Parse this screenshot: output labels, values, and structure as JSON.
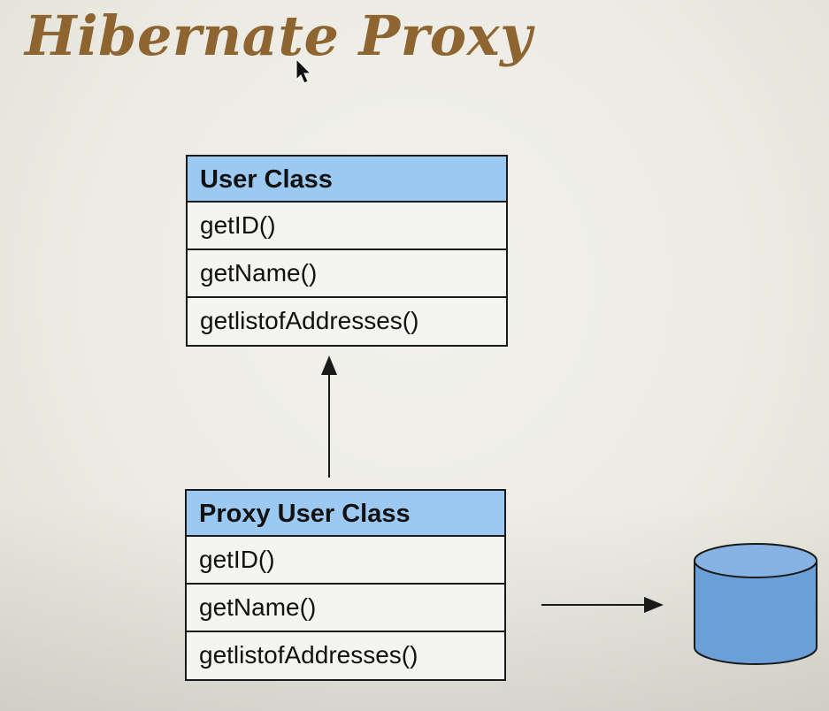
{
  "title": "Hibernate Proxy",
  "user_class": {
    "name": "User Class",
    "methods": [
      "getID()",
      "getName()",
      "getlistofAddresses()"
    ]
  },
  "proxy_user_class": {
    "name": "Proxy User Class",
    "methods": [
      "getID()",
      "getName()",
      "getlistofAddresses()"
    ]
  },
  "colors": {
    "title": "#8e6430",
    "class_header": "#9cc9f2",
    "database": "#6a9fd8",
    "border": "#1a1a1a"
  },
  "icons": {
    "database": "database-icon",
    "cursor": "mouse-cursor-icon"
  }
}
